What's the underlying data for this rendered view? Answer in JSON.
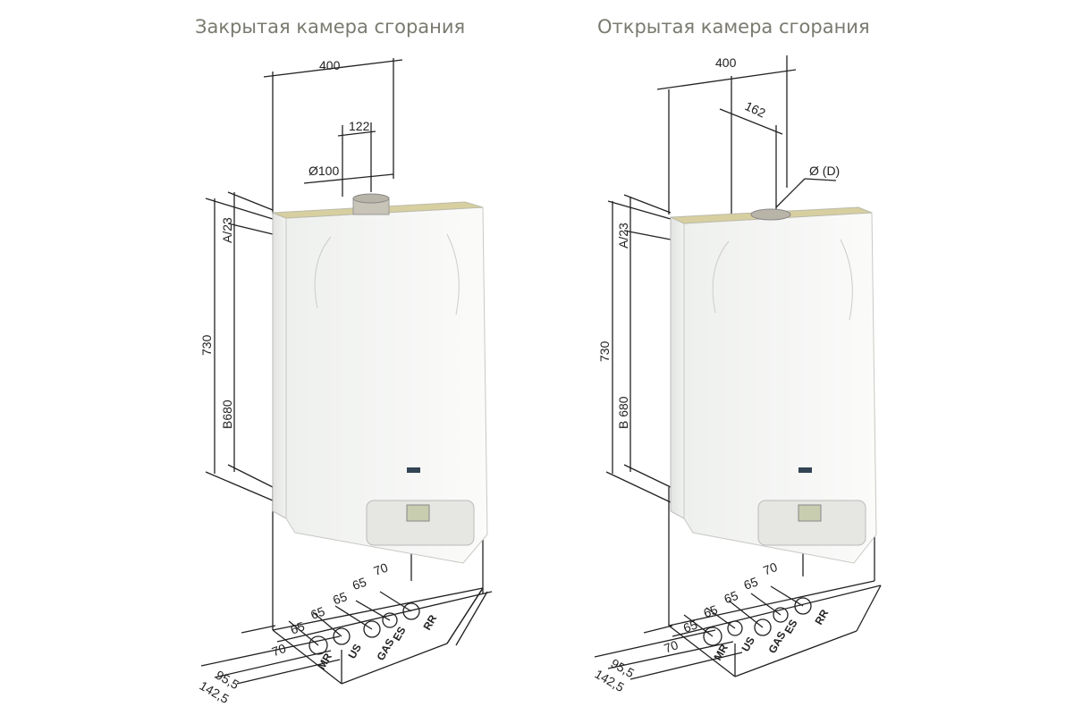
{
  "titles": {
    "closed": "Закрытая камера сгорания",
    "open": "Открытая камера сгорания"
  },
  "closed_diagram": {
    "width": "400",
    "offset": "122",
    "flue_diameter": "Ø100",
    "a_dim": "A/23",
    "height": "730",
    "b_dim": "B680",
    "spacings": [
      "70",
      "65",
      "65",
      "65",
      "65",
      "70"
    ],
    "depth1": "95,5",
    "depth2": "142,5",
    "connections": [
      "MR",
      "US",
      "GAS",
      "ES",
      "RR"
    ]
  },
  "open_diagram": {
    "width": "400",
    "offset": "162",
    "flue_diameter": "Ø (D)",
    "a_dim": "A/23",
    "height": "730",
    "b_dim": "B 680",
    "spacings": [
      "70",
      "65",
      "65",
      "65",
      "65",
      "70"
    ],
    "depth1": "95,5",
    "depth2": "142,5",
    "connections": [
      "MR",
      "US",
      "GAS",
      "ES",
      "RR"
    ]
  },
  "colors": {
    "title": "#7a7a70",
    "line": "#222222",
    "boiler": "#f4f5f3"
  }
}
